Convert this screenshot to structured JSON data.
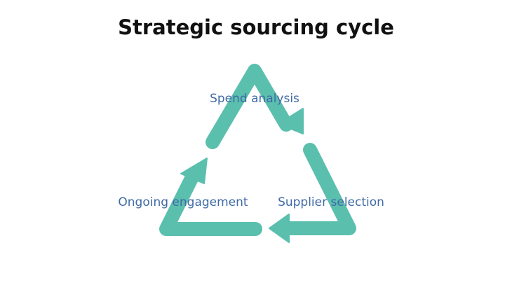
{
  "title": "Strategic sourcing cycle",
  "stages": [
    {
      "label": "Spend analysis"
    },
    {
      "label": "Supplier selection"
    },
    {
      "label": "Ongoing engagement"
    }
  ],
  "colors": {
    "arrow": "#5bbfae",
    "label": "#3f6aa6",
    "title": "#111111",
    "background": "#ffffff"
  }
}
